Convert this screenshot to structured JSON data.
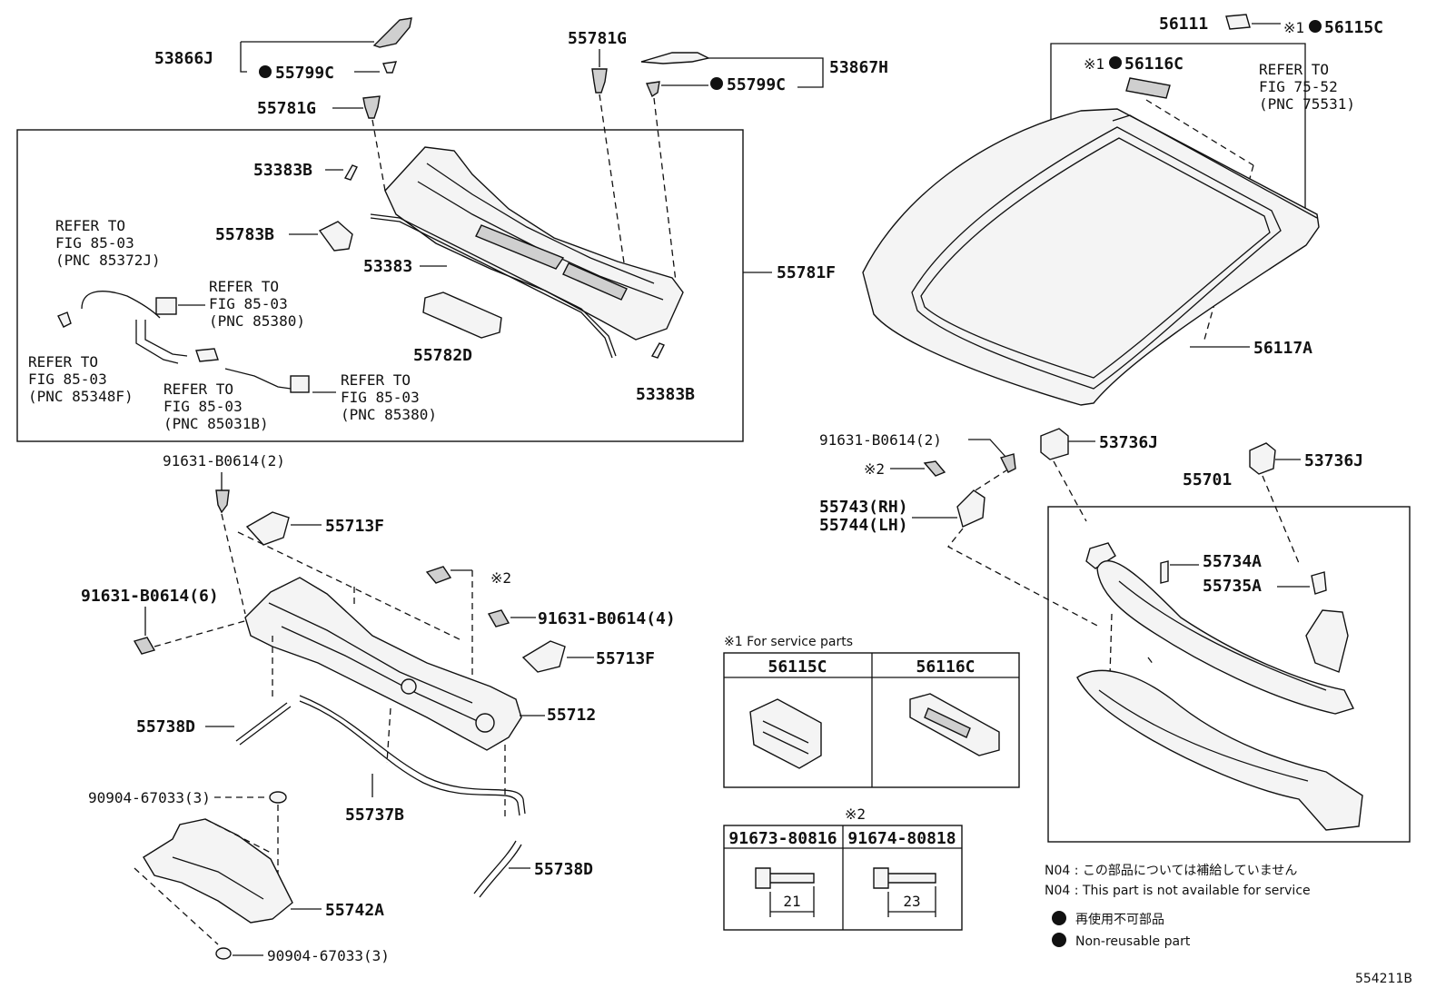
{
  "labels": {
    "p53866J": "53866J",
    "p55799C_a": "55799C",
    "p55781G_a": "55781G",
    "p55781G_b": "55781G",
    "p55799C_b": "55799C",
    "p53867H": "53867H",
    "p53383B_a": "53383B",
    "p55783B": "55783B",
    "p53383": "53383",
    "p55781F": "55781F",
    "p55782D": "55782D",
    "p53383B_b": "53383B",
    "p56111": "56111",
    "p56115C": "56115C",
    "p56116C": "56116C",
    "p56117A": "56117A",
    "p91631_a": "91631-B0614(2)",
    "p55713F_a": "55713F",
    "p91631_b": "91631-B0614(6)",
    "p91631_c": "91631-B0614(4)",
    "p55713F_b": "55713F",
    "p55738D_a": "55738D",
    "p55712": "55712",
    "p90904_a": "90904-67033(3)",
    "p55737B": "55737B",
    "p55738D_b": "55738D",
    "p55742A": "55742A",
    "p90904_b": "90904-67033(3)",
    "p91631_d": "91631-B0614(2)",
    "p53736J_a": "53736J",
    "p53736J_b": "53736J",
    "p55701": "55701",
    "p55743": "55743(RH)",
    "p55744": "55744(LH)",
    "p55734A": "55734A",
    "p55735A": "55735A",
    "note2_a": "※2",
    "note2_b": "※2",
    "note1_a": "※1",
    "note1_b": "※1"
  },
  "refer": {
    "r1": [
      "REFER TO",
      "FIG 85-03",
      "(PNC 85372J)"
    ],
    "r2": [
      "REFER TO",
      "FIG 85-03",
      "(PNC 85380)"
    ],
    "r3": [
      "REFER TO",
      "FIG 85-03",
      "(PNC 85348F)"
    ],
    "r4": [
      "REFER TO",
      "FIG 85-03",
      "(PNC 85031B)"
    ],
    "r5": [
      "REFER TO",
      "FIG 85-03",
      "(PNC 85380)"
    ],
    "r6": [
      "REFER TO",
      "FIG 75-52",
      "(PNC 75531)"
    ]
  },
  "service_box": {
    "caption": "※1 For service parts",
    "col1": "56115C",
    "col2": "56116C"
  },
  "bolt_box": {
    "mark": "※2",
    "col1": "91673-80816",
    "col2": "91674-80818",
    "dim1": "21",
    "dim2": "23"
  },
  "legend": {
    "n04_jp": "N04 : この部品については補給していません",
    "n04_en": "N04 : This part is not available for service",
    "dot_jp": "再使用不可部品",
    "dot_en": "Non-reusable part"
  },
  "figure_id": "554211B"
}
